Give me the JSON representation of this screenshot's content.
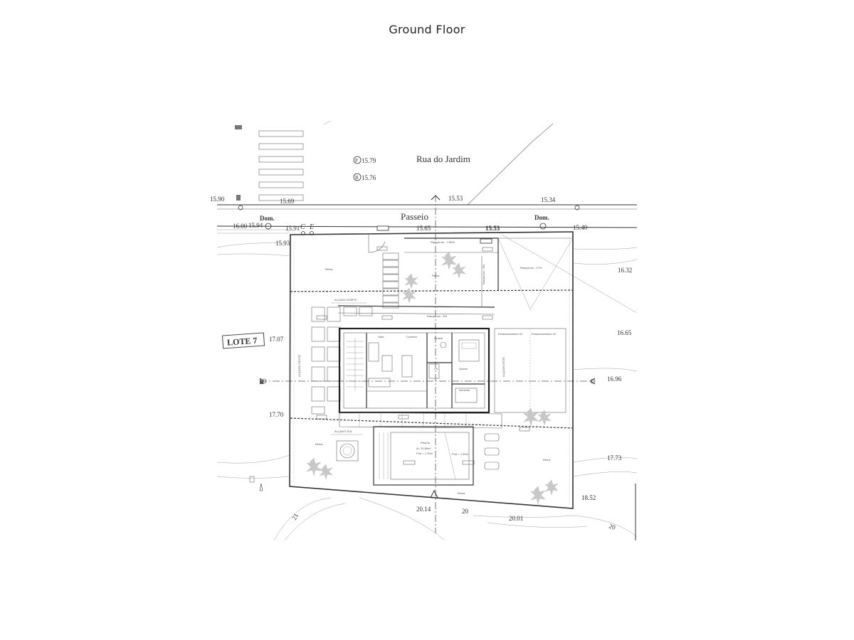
{
  "page": {
    "title": "Ground Floor"
  },
  "site": {
    "street_name": "Rua do Jardim",
    "sidewalk_label": "Passeio",
    "lot_label": "LOTE 7",
    "dom_label_left": "Dom.",
    "dom_label_right": "Dom.",
    "meter_c": "C",
    "meter_e": "E",
    "parking_symbol_p": "P",
    "parking_symbol_b": "B",
    "parking_p_value": "15.79",
    "parking_b_value": "15.76"
  },
  "elevations": {
    "e_15_90": "15.90",
    "e_15_69": "15.69",
    "e_15_53_top": "15.53",
    "e_15_34": "15.34",
    "e_16_00": "16.00",
    "e_15_94": "15.94",
    "e_15_91": "15.91",
    "e_15_65": "15.65",
    "e_15_53": "15.53",
    "e_15_40": "15.40",
    "e_15_93": "15.93",
    "e_16_32": "16.32",
    "e_17_07": "17.07",
    "e_16_65": "16.65",
    "e_16_96": "16.96",
    "e_17_70": "17.70",
    "e_17_73": "17.73",
    "e_18_52": "18.52",
    "e_20_14": "20.14",
    "e_20": "20",
    "e_20_01": "20.01",
    "e_20_right": "20",
    "e_21": "21"
  },
  "plan_labels": {
    "rampa_1": "Rampa inc.: 7.50%",
    "rampa_2": "Rampa inc.: 17%",
    "rampa_3": "Rampa inc.: 8%",
    "rampa_4": "Rampa inc.: 8%",
    "relva_1": "Relva",
    "relva_2": "Relva",
    "relva_3": "Relva",
    "relva_4": "Relva",
    "relva_5": "Relva",
    "alcado_norte": "ALÇADO NORTE",
    "alcado_oeste": "ALÇADO OESTE",
    "alcado_sul": "ALÇADO SUL",
    "alcado_este": "ALÇADO ESTE",
    "estacionamento_1": "Estacionamento 01",
    "estacionamento_2": "Estacionamento 02",
    "piscina": "Piscina",
    "piscina_area": "A= 32.85m²",
    "piscina_prof": "Prof.= 1.20m",
    "prof_2": "Prof.= 1.50m",
    "sala": "Sala",
    "cozinha": "Cozinha",
    "quarto": "Quarto",
    "quarto_2": "Quarto",
    "wc": "I.S.",
    "arrumos": "Arrumos"
  }
}
